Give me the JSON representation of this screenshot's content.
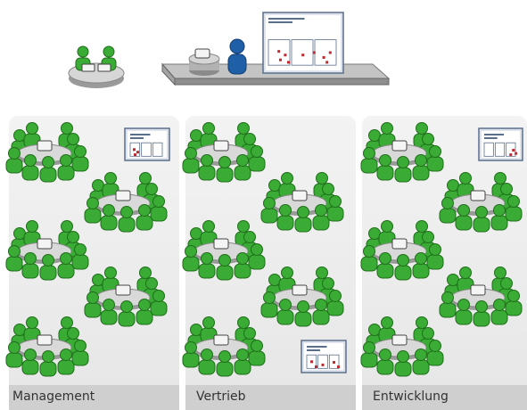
{
  "colors": {
    "person_fill": "#3aab35",
    "person_stroke": "#1e6f1a",
    "presenter_fill": "#1f5fa8",
    "panel_bg": "#ededed",
    "label_bar": "#cfcfcf",
    "table_fill": "#d9d9d9",
    "platform_fill": "#a9a9a9",
    "board_frame": "#5a6f8c",
    "board_dot": "#c0282d"
  },
  "icons": [
    "person-icon",
    "presenter-icon",
    "laptop-icon",
    "whiteboard-icon",
    "table-icon",
    "platform-icon"
  ],
  "departments": [
    {
      "label": "Management"
    },
    {
      "label": "Vertrieb"
    },
    {
      "label": "Entwicklung"
    }
  ]
}
